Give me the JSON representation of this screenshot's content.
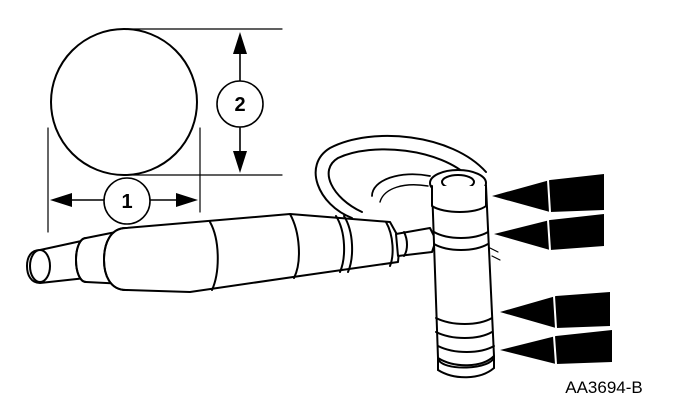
{
  "figure": {
    "reference_code": "AA3694-B",
    "callouts": [
      {
        "id": "1",
        "label": "1"
      },
      {
        "id": "2",
        "label": "2"
      }
    ],
    "colors": {
      "line": "#000000",
      "fill": "#ffffff",
      "arrow": "#000000"
    }
  }
}
